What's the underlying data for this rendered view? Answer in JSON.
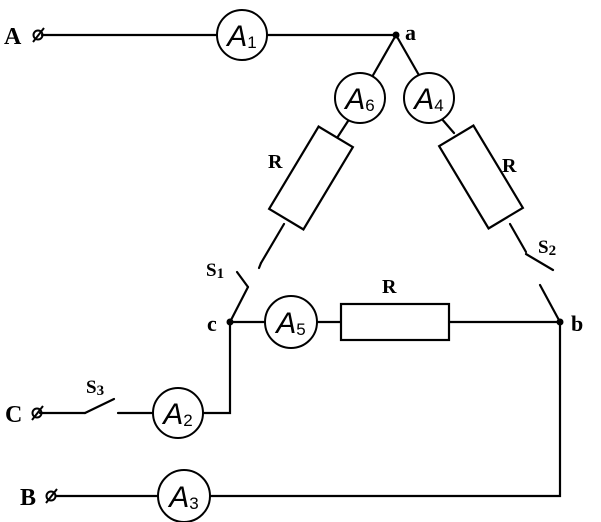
{
  "terminals": {
    "A": "A",
    "B": "B",
    "C": "C"
  },
  "nodes": {
    "a": "a",
    "b": "b",
    "c": "c"
  },
  "resistors": {
    "r_ca": "R",
    "r_ab": "R",
    "r_cb": "R"
  },
  "switches": {
    "s1": {
      "letter": "S",
      "sub": "1"
    },
    "s2": {
      "letter": "S",
      "sub": "2"
    },
    "s3": {
      "letter": "S",
      "sub": "3"
    }
  },
  "ammeters": {
    "a1": {
      "letter": "A",
      "sub": "1"
    },
    "a2": {
      "letter": "A",
      "sub": "2"
    },
    "a3": {
      "letter": "A",
      "sub": "3"
    },
    "a4": {
      "letter": "A",
      "sub": "4"
    },
    "a5": {
      "letter": "A",
      "sub": "5"
    },
    "a6": {
      "letter": "A",
      "sub": "6"
    }
  }
}
